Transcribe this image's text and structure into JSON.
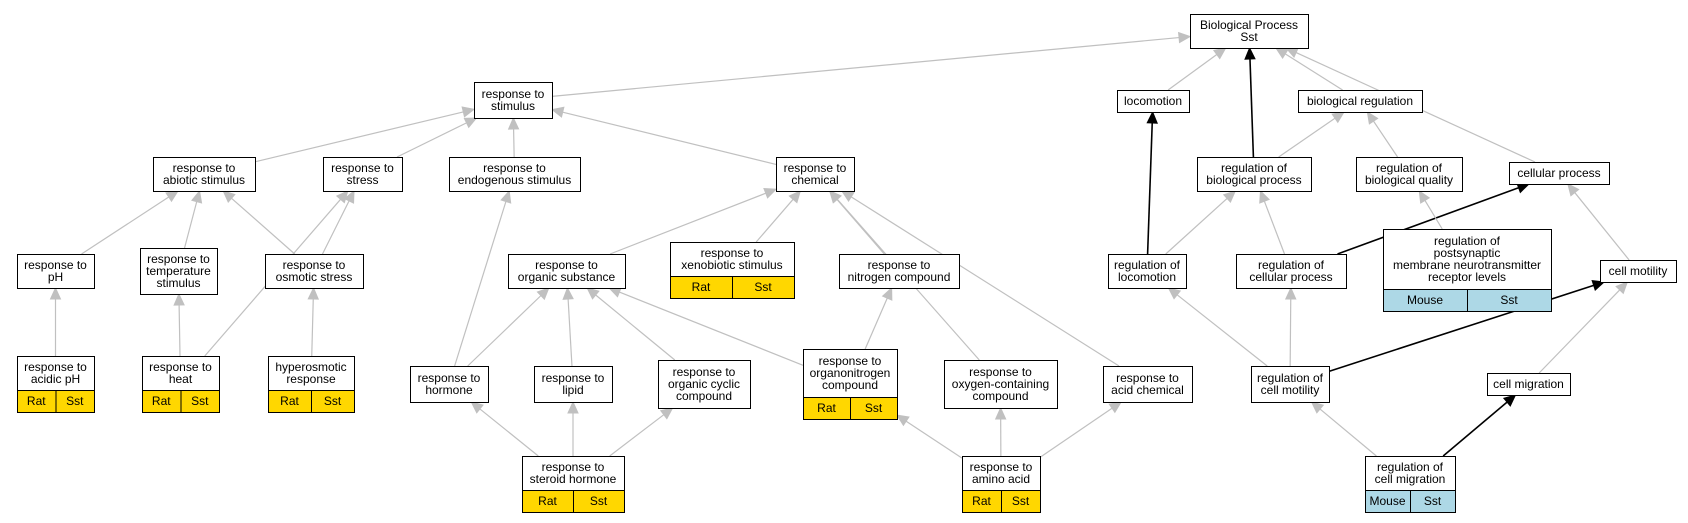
{
  "colors": {
    "rat": "#ffd700",
    "mouse": "#add8e6",
    "edge_regular": "#c0c0c0",
    "edge_highlight": "#000000"
  },
  "nodes": [
    {
      "id": "biological_process",
      "lines": [
        "Biological Process",
        "Sst"
      ]
    },
    {
      "id": "response_to_stimulus",
      "lines": [
        "response to",
        "stimulus"
      ]
    },
    {
      "id": "locomotion",
      "lines": [
        "locomotion"
      ]
    },
    {
      "id": "biological_regulation",
      "lines": [
        "biological regulation"
      ]
    },
    {
      "id": "response_to_abiotic_stimulus",
      "lines": [
        "response to",
        "abiotic stimulus"
      ]
    },
    {
      "id": "response_to_stress",
      "lines": [
        "response to",
        "stress"
      ]
    },
    {
      "id": "response_to_endogenous_stimulus",
      "lines": [
        "response to",
        "endogenous stimulus"
      ]
    },
    {
      "id": "response_to_chemical",
      "lines": [
        "response to",
        "chemical"
      ]
    },
    {
      "id": "regulation_of_biological_process",
      "lines": [
        "regulation of",
        "biological process"
      ]
    },
    {
      "id": "regulation_of_biological_quality",
      "lines": [
        "regulation of",
        "biological quality"
      ]
    },
    {
      "id": "cellular_process",
      "lines": [
        "cellular process"
      ]
    },
    {
      "id": "response_to_ph",
      "lines": [
        "response to",
        "pH"
      ]
    },
    {
      "id": "response_to_temperature_stimulus",
      "lines": [
        "response to",
        "temperature",
        "stimulus"
      ]
    },
    {
      "id": "response_to_osmotic_stress",
      "lines": [
        "response to",
        "osmotic stress"
      ]
    },
    {
      "id": "response_to_organic_substance",
      "lines": [
        "response to",
        "organic substance"
      ]
    },
    {
      "id": "response_to_xenobiotic_stimulus",
      "lines": [
        "response to",
        "xenobiotic stimulus"
      ],
      "annotations": {
        "organism": "Rat",
        "gene": "Sst"
      }
    },
    {
      "id": "response_to_nitrogen_compound",
      "lines": [
        "response to",
        "nitrogen compound"
      ]
    },
    {
      "id": "regulation_of_locomotion",
      "lines": [
        "regulation of",
        "locomotion"
      ]
    },
    {
      "id": "regulation_of_cellular_process",
      "lines": [
        "regulation of",
        "cellular process"
      ]
    },
    {
      "id": "regulation_of_postsynaptic_receptor_levels",
      "lines": [
        "regulation of",
        "postsynaptic",
        "membrane neurotransmitter",
        "receptor levels"
      ],
      "annotations": {
        "organism": "Mouse",
        "gene": "Sst"
      }
    },
    {
      "id": "cell_motility",
      "lines": [
        "cell motility"
      ]
    },
    {
      "id": "response_to_acidic_ph",
      "lines": [
        "response to",
        "acidic pH"
      ],
      "annotations": {
        "organism": "Rat",
        "gene": "Sst"
      }
    },
    {
      "id": "response_to_heat",
      "lines": [
        "response to",
        "heat"
      ],
      "annotations": {
        "organism": "Rat",
        "gene": "Sst"
      }
    },
    {
      "id": "hyperosmotic_response",
      "lines": [
        "hyperosmotic",
        "response"
      ],
      "annotations": {
        "organism": "Rat",
        "gene": "Sst"
      }
    },
    {
      "id": "response_to_organonitrogen_compound",
      "lines": [
        "response to",
        "organonitrogen",
        "compound"
      ],
      "annotations": {
        "organism": "Rat",
        "gene": "Sst"
      }
    },
    {
      "id": "response_to_hormone",
      "lines": [
        "response to",
        "hormone"
      ]
    },
    {
      "id": "response_to_lipid",
      "lines": [
        "response to",
        "lipid"
      ]
    },
    {
      "id": "response_to_organic_cyclic_compound",
      "lines": [
        "response to",
        "organic cyclic",
        "compound"
      ]
    },
    {
      "id": "response_to_oxygen_containing_compound",
      "lines": [
        "response to",
        "oxygen-containing",
        "compound"
      ]
    },
    {
      "id": "response_to_acid_chemical",
      "lines": [
        "response to",
        "acid chemical"
      ]
    },
    {
      "id": "regulation_of_cell_motility",
      "lines": [
        "regulation of",
        "cell motility"
      ]
    },
    {
      "id": "cell_migration",
      "lines": [
        "cell migration"
      ]
    },
    {
      "id": "response_to_steroid_hormone",
      "lines": [
        "response to",
        "steroid hormone"
      ],
      "annotations": {
        "organism": "Rat",
        "gene": "Sst"
      }
    },
    {
      "id": "response_to_amino_acid",
      "lines": [
        "response to",
        "amino acid"
      ],
      "annotations": {
        "organism": "Rat",
        "gene": "Sst"
      }
    },
    {
      "id": "regulation_of_cell_migration",
      "lines": [
        "regulation of",
        "cell migration"
      ],
      "annotations": {
        "organism": "Mouse",
        "gene": "Sst"
      }
    }
  ],
  "edges": [
    {
      "from": "response_to_stimulus",
      "to": "biological_process",
      "highlight": false
    },
    {
      "from": "locomotion",
      "to": "biological_process",
      "highlight": false
    },
    {
      "from": "biological_regulation",
      "to": "biological_process",
      "highlight": false
    },
    {
      "from": "regulation_of_biological_process",
      "to": "biological_process",
      "highlight": true
    },
    {
      "from": "cellular_process",
      "to": "biological_process",
      "highlight": false
    },
    {
      "from": "response_to_abiotic_stimulus",
      "to": "response_to_stimulus",
      "highlight": false
    },
    {
      "from": "response_to_stress",
      "to": "response_to_stimulus",
      "highlight": false
    },
    {
      "from": "response_to_endogenous_stimulus",
      "to": "response_to_stimulus",
      "highlight": false
    },
    {
      "from": "response_to_chemical",
      "to": "response_to_stimulus",
      "highlight": false
    },
    {
      "from": "regulation_of_biological_process",
      "to": "biological_regulation",
      "highlight": false
    },
    {
      "from": "regulation_of_biological_quality",
      "to": "biological_regulation",
      "highlight": false
    },
    {
      "from": "response_to_ph",
      "to": "response_to_abiotic_stimulus",
      "highlight": false
    },
    {
      "from": "response_to_temperature_stimulus",
      "to": "response_to_abiotic_stimulus",
      "highlight": false
    },
    {
      "from": "response_to_osmotic_stress",
      "to": "response_to_abiotic_stimulus",
      "highlight": false
    },
    {
      "from": "response_to_osmotic_stress",
      "to": "response_to_stress",
      "highlight": false
    },
    {
      "from": "response_to_heat",
      "to": "response_to_stress",
      "highlight": false
    },
    {
      "from": "response_to_hormone",
      "to": "response_to_endogenous_stimulus",
      "highlight": false
    },
    {
      "from": "response_to_organic_substance",
      "to": "response_to_chemical",
      "highlight": false
    },
    {
      "from": "response_to_xenobiotic_stimulus",
      "to": "response_to_chemical",
      "highlight": false
    },
    {
      "from": "response_to_nitrogen_compound",
      "to": "response_to_chemical",
      "highlight": false
    },
    {
      "from": "response_to_oxygen_containing_compound",
      "to": "response_to_chemical",
      "highlight": false
    },
    {
      "from": "response_to_acid_chemical",
      "to": "response_to_chemical",
      "highlight": false
    },
    {
      "from": "regulation_of_locomotion",
      "to": "locomotion",
      "highlight": true
    },
    {
      "from": "regulation_of_locomotion",
      "to": "regulation_of_biological_process",
      "highlight": false
    },
    {
      "from": "regulation_of_cellular_process",
      "to": "regulation_of_biological_process",
      "highlight": false
    },
    {
      "from": "regulation_of_cellular_process",
      "to": "cellular_process",
      "highlight": true
    },
    {
      "from": "regulation_of_postsynaptic_receptor_levels",
      "to": "regulation_of_biological_quality",
      "highlight": false
    },
    {
      "from": "cell_motility",
      "to": "cellular_process",
      "highlight": false
    },
    {
      "from": "response_to_acidic_ph",
      "to": "response_to_ph",
      "highlight": false
    },
    {
      "from": "response_to_heat",
      "to": "response_to_temperature_stimulus",
      "highlight": false
    },
    {
      "from": "hyperosmotic_response",
      "to": "response_to_osmotic_stress",
      "highlight": false
    },
    {
      "from": "response_to_hormone",
      "to": "response_to_organic_substance",
      "highlight": false
    },
    {
      "from": "response_to_lipid",
      "to": "response_to_organic_substance",
      "highlight": false
    },
    {
      "from": "response_to_organic_cyclic_compound",
      "to": "response_to_organic_substance",
      "highlight": false
    },
    {
      "from": "response_to_organonitrogen_compound",
      "to": "response_to_organic_substance",
      "highlight": false
    },
    {
      "from": "response_to_organonitrogen_compound",
      "to": "response_to_nitrogen_compound",
      "highlight": false
    },
    {
      "from": "response_to_steroid_hormone",
      "to": "response_to_hormone",
      "highlight": false
    },
    {
      "from": "response_to_steroid_hormone",
      "to": "response_to_lipid",
      "highlight": false
    },
    {
      "from": "response_to_steroid_hormone",
      "to": "response_to_organic_cyclic_compound",
      "highlight": false
    },
    {
      "from": "response_to_amino_acid",
      "to": "response_to_organonitrogen_compound",
      "highlight": false
    },
    {
      "from": "response_to_amino_acid",
      "to": "response_to_oxygen_containing_compound",
      "highlight": false
    },
    {
      "from": "response_to_amino_acid",
      "to": "response_to_acid_chemical",
      "highlight": false
    },
    {
      "from": "regulation_of_cell_motility",
      "to": "regulation_of_locomotion",
      "highlight": false
    },
    {
      "from": "regulation_of_cell_motility",
      "to": "regulation_of_cellular_process",
      "highlight": false
    },
    {
      "from": "regulation_of_cell_motility",
      "to": "cell_motility",
      "highlight": true
    },
    {
      "from": "cell_migration",
      "to": "cell_motility",
      "highlight": false
    },
    {
      "from": "regulation_of_cell_migration",
      "to": "regulation_of_cell_motility",
      "highlight": false
    },
    {
      "from": "regulation_of_cell_migration",
      "to": "cell_migration",
      "highlight": true
    }
  ]
}
